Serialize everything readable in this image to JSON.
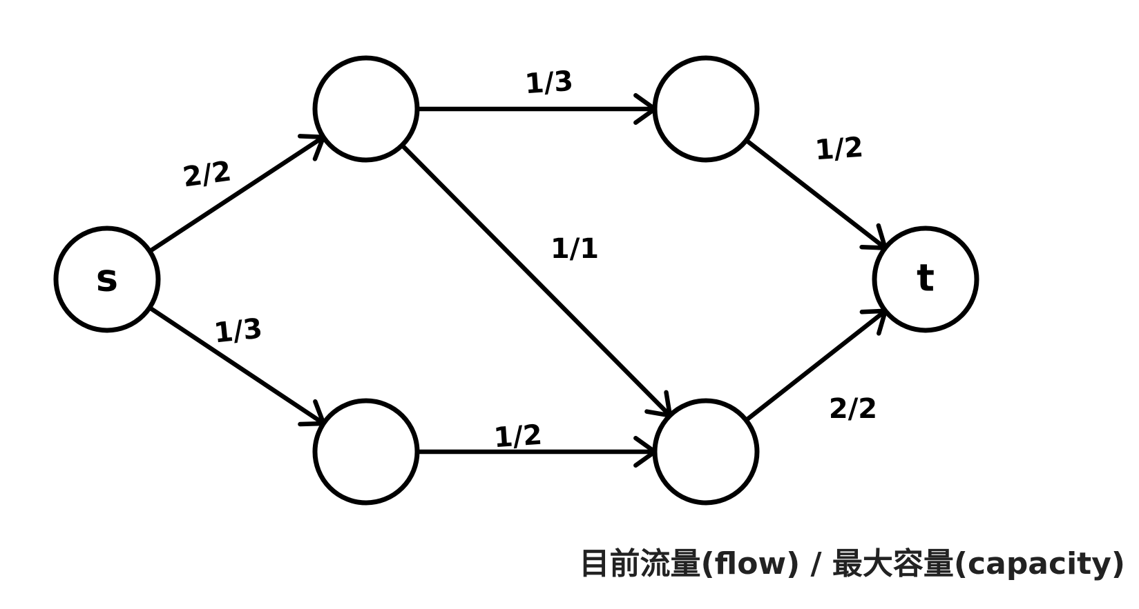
{
  "nodes": [
    {
      "id": "s",
      "label": "s"
    },
    {
      "id": "a",
      "label": ""
    },
    {
      "id": "b",
      "label": ""
    },
    {
      "id": "c",
      "label": ""
    },
    {
      "id": "d",
      "label": ""
    },
    {
      "id": "t",
      "label": "t"
    }
  ],
  "edges": [
    {
      "from": "s",
      "to": "a",
      "label": "2/2"
    },
    {
      "from": "s",
      "to": "b",
      "label": "1/3"
    },
    {
      "from": "a",
      "to": "c",
      "label": "1/3"
    },
    {
      "from": "a",
      "to": "d",
      "label": "1/1"
    },
    {
      "from": "b",
      "to": "d",
      "label": "1/2"
    },
    {
      "from": "c",
      "to": "t",
      "label": "1/2"
    },
    {
      "from": "d",
      "to": "t",
      "label": "2/2"
    }
  ],
  "legend": "目前流量(flow) / 最大容量(capacity)"
}
